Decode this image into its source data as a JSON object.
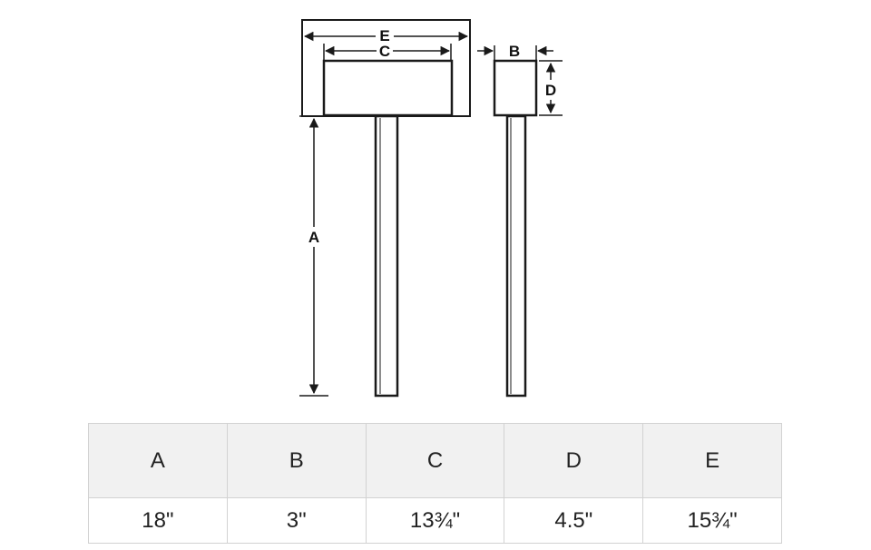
{
  "diagram": {
    "labels": {
      "a": "A",
      "b": "B",
      "c": "C",
      "d": "D",
      "e": "E"
    },
    "colors": {
      "stroke": "#1a1a1a",
      "panel_fill": "#ffffff"
    }
  },
  "table": {
    "headers": [
      "A",
      "B",
      "C",
      "D",
      "E"
    ],
    "values": [
      "18\"",
      "3\"",
      "13¾\"",
      "4.5\"",
      "15¾\""
    ],
    "colors": {
      "header_bg": "#f1f1f1",
      "border": "#d2d2d2",
      "text": "#222222"
    }
  }
}
